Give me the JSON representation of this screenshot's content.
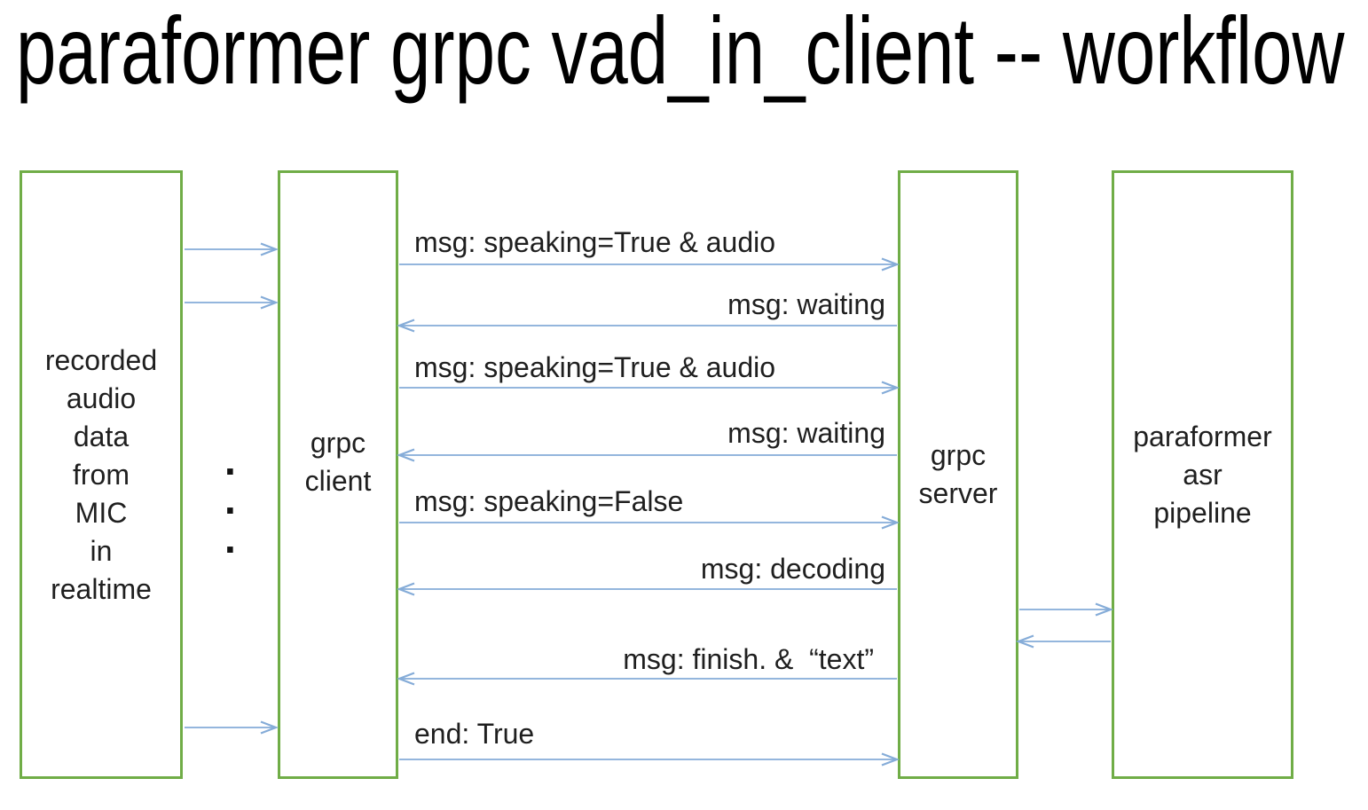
{
  "title": "paraformer grpc vad_in_client -- workflow",
  "boxes": {
    "mic": {
      "lines": [
        "recorded",
        "audio",
        "data",
        "from",
        "MIC",
        "in",
        "realtime"
      ]
    },
    "client": {
      "lines": [
        "grpc",
        "client"
      ]
    },
    "server": {
      "lines": [
        "grpc",
        "server"
      ]
    },
    "pipeline": {
      "lines": [
        "paraformer",
        "asr",
        "pipeline"
      ]
    }
  },
  "mic_stream": {
    "dots": [
      ".",
      ".",
      "."
    ]
  },
  "messages": [
    {
      "label": "msg: speaking=True & audio",
      "from": "grpc client",
      "to": "grpc server"
    },
    {
      "label": "msg: waiting",
      "from": "grpc server",
      "to": "grpc client"
    },
    {
      "label": "msg: speaking=True & audio",
      "from": "grpc client",
      "to": "grpc server"
    },
    {
      "label": "msg: waiting",
      "from": "grpc server",
      "to": "grpc client"
    },
    {
      "label": "msg: speaking=False",
      "from": "grpc client",
      "to": "grpc server"
    },
    {
      "label": "msg: decoding",
      "from": "grpc server",
      "to": "grpc client"
    },
    {
      "label": "msg: finish. &  “text”",
      "from": "grpc server",
      "to": "grpc client"
    },
    {
      "label": "end: True",
      "from": "grpc client",
      "to": "grpc server"
    }
  ],
  "colors": {
    "box_border": "#70AD47",
    "arrow": "#85ACD8",
    "text": "#1F1F1F",
    "title": "#000000"
  }
}
